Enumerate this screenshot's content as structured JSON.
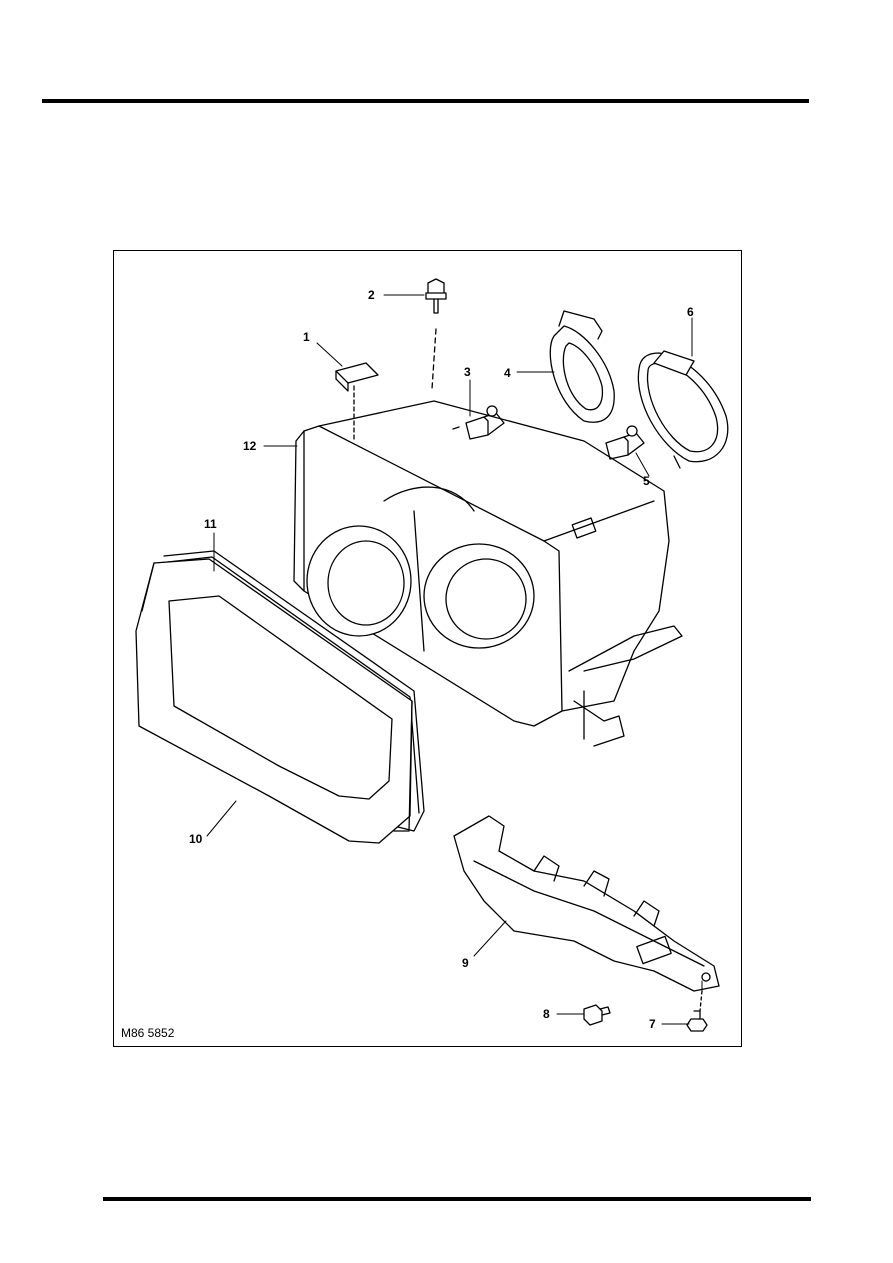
{
  "figure": {
    "code": "M86 5852",
    "callouts": {
      "c1": "1",
      "c2": "2",
      "c3": "3",
      "c4": "4",
      "c5": "5",
      "c6": "6",
      "c7": "7",
      "c8": "8",
      "c9": "9",
      "c10": "10",
      "c11": "11",
      "c12": "12"
    }
  }
}
